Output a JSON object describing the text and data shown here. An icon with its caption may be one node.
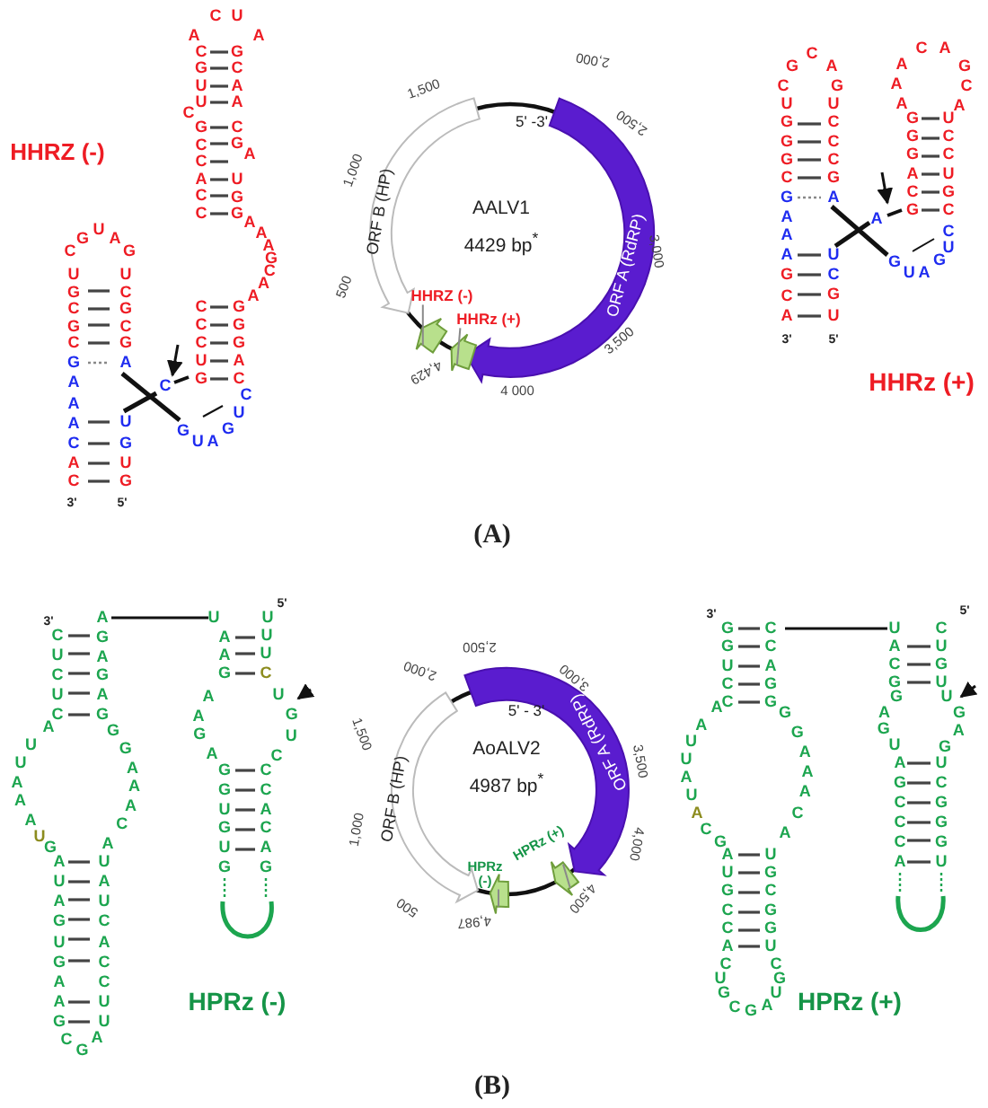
{
  "diagram": {
    "nodes": [
      {
        "text": [
          "HHRZ (-)"
        ]
      },
      {
        "text": [],
        "shape": "arrow"
      },
      {
        "text": [
          "HHRz (+)"
        ]
      },
      {
        "text": [],
        "shape": "arrow"
      },
      {
        "text": [
          "HPRz (-)"
        ]
      },
      {
        "text": [],
        "shape": "arrow"
      },
      {
        "text": [
          "HPRz (+)"
        ]
      },
      {
        "text": [],
        "shape": "arrow"
      }
    ],
    "edges": [
      {
        "from": 0,
        "to": 1,
        "arrow": "none"
      },
      {
        "from": 2,
        "to": 3,
        "arrow": "none"
      },
      {
        "from": 4,
        "to": 5,
        "arrow": "none"
      },
      {
        "from": 6,
        "to": 7,
        "arrow": "none"
      }
    ],
    "labels": [
      "HHRZ (-)",
      "A C U A",
      "C G U U",
      "C",
      "G C C A C C",
      "G C A A",
      "C G",
      "A",
      "U G G",
      "A A A G C A A",
      "C C C U G",
      "G G G A C",
      "C G U A G",
      "U G C G C",
      "G A A A C",
      "A C",
      "U C G C G",
      "A",
      "C",
      "U G",
      "U G",
      "G U A G",
      "C U",
      "3'",
      "5'",
      "1,500",
      "2,000",
      "5' -3'",
      "2,500",
      "1,000",
      "AALV1",
      "4429 bp$^{*}$",
      "ORF B (HP)",
      "ORF A (RdRP)",
      "3,000",
      "500",
      "3,500",
      "4,429",
      "4 000",
      "G C A",
      "C",
      "G",
      "C A",
      "A A A",
      "G C A",
      "U G G G C",
      "G A A A",
      "G C A",
      "U C C C G",
      "A",
      "U C",
      "G U",
      "3'",
      "5'",
      "G G G A C G",
      "U C C U G C",
      "A",
      "G U A G",
      "C U",
      "HHRz (+)",
      "(A)",
      "3'",
      "C U C U C",
      "A G A G A G",
      "A U U A A A",
      "U",
      "G",
      "G G A A A C A",
      "A U A G U G A A G",
      "U A U C A C C U U",
      "C G A",
      "U",
      "A A G",
      "A A G A",
      "G G U G U G",
      "5'",
      "U U U",
      "C",
      "U G U C",
      "C C A C A G",
      "HPRz (-)",
      "2,500",
      "2,000",
      "3,000",
      "5' - 3'",
      "AoALV2",
      "4987 bp$^{*}$",
      "1,500",
      "ORF B (HP)",
      "ORF A (RdRP)",
      "3,500",
      "1,000",
      "4,000",
      "500",
      "4,987",
      "4,500",
      "3'",
      "G G U C C",
      "C C A G G",
      "A A U U A U",
      "A",
      "C G",
      "G G A A A C A",
      "A U G C C A",
      "U G C G G U",
      "C U G C G A U G C",
      "U A C G",
      "5'",
      "C U G U",
      "G A G U",
      "U G A G",
      "A G C C C A",
      "U C G G G U",
      "HPRz (+)",
      "(B)"
    ]
  }
}
